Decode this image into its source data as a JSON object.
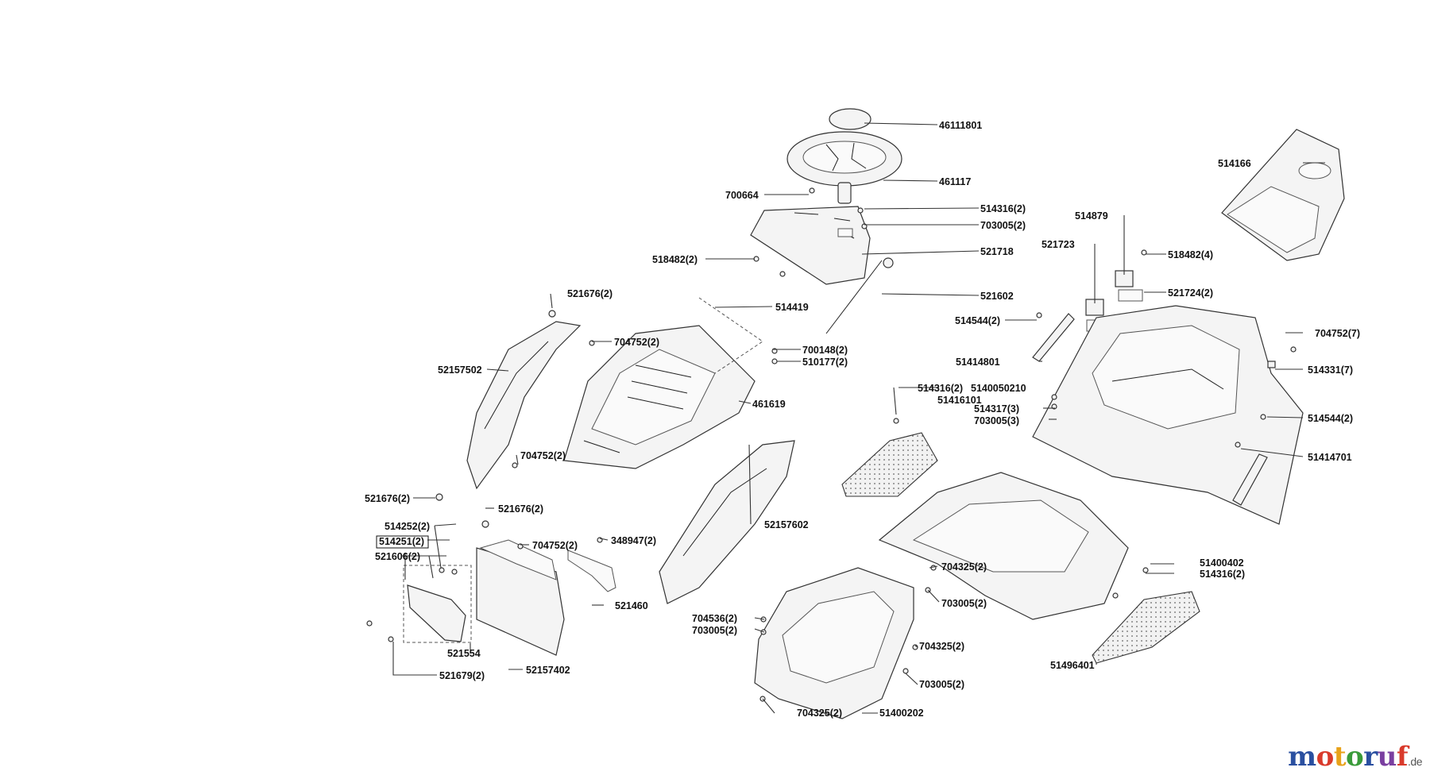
{
  "labels": {
    "l46111801": "46111801",
    "l461117": "461117",
    "l700664": "700664",
    "l514316_2a": "514316(2)",
    "l703005_2a": "703005(2)",
    "l521718": "521718",
    "l518482_2": "518482(2)",
    "l521602": "521602",
    "l514166": "514166",
    "l514879": "514879",
    "l521723": "521723",
    "l518482_4": "518482(4)",
    "l521724_2": "521724(2)",
    "l521676_2a": "521676(2)",
    "l514419": "514419",
    "l704752_2a": "704752(2)",
    "l700148_2": "700148(2)",
    "l510177_2": "510177(2)",
    "l52157502": "52157502",
    "l461619": "461619",
    "l514544_2a": "514544(2)",
    "l51414801": "51414801",
    "l704752_7": "704752(7)",
    "l514331_7": "514331(7)",
    "l514316_2b": "514316(2)",
    "l5140050210": "5140050210",
    "l51416101": "51416101",
    "l514317_3": "514317(3)",
    "l703005_3": "703005(3)",
    "l514544_2b": "514544(2)",
    "l51414701": "51414701",
    "l704752_2b": "704752(2)",
    "l521676_2b": "521676(2)",
    "l521676_2c": "521676(2)",
    "l514252_2": "514252(2)",
    "l514251_2": "514251(2)",
    "l521606_2": "521606(2)",
    "l704752_2c": "704752(2)",
    "l348947_2": "348947(2)",
    "l52157602": "52157602",
    "l521460": "521460",
    "l521554": "521554",
    "l52157402": "52157402",
    "l521679_2": "521679(2)",
    "l704325_2a": "704325(2)",
    "l703005_2b": "703005(2)",
    "l51400402": "51400402",
    "l514316_2c": "514316(2)",
    "l704536_2": "704536(2)",
    "l703005_2c": "703005(2)",
    "l704325_2b": "704325(2)",
    "l703005_2d": "703005(2)",
    "l51496401": "51496401",
    "l704325_2c": "704325(2)",
    "l51400202": "51400202"
  },
  "brand": {
    "letters": [
      "m",
      "o",
      "t",
      "o",
      "r",
      "u",
      "f"
    ],
    "letter_colors": [
      "#2a4fa0",
      "#d93a2b",
      "#e8a21a",
      "#3a9b3a",
      "#2a4fa0",
      "#7a3fa0",
      "#d93a2b"
    ],
    "tld": ".de"
  }
}
